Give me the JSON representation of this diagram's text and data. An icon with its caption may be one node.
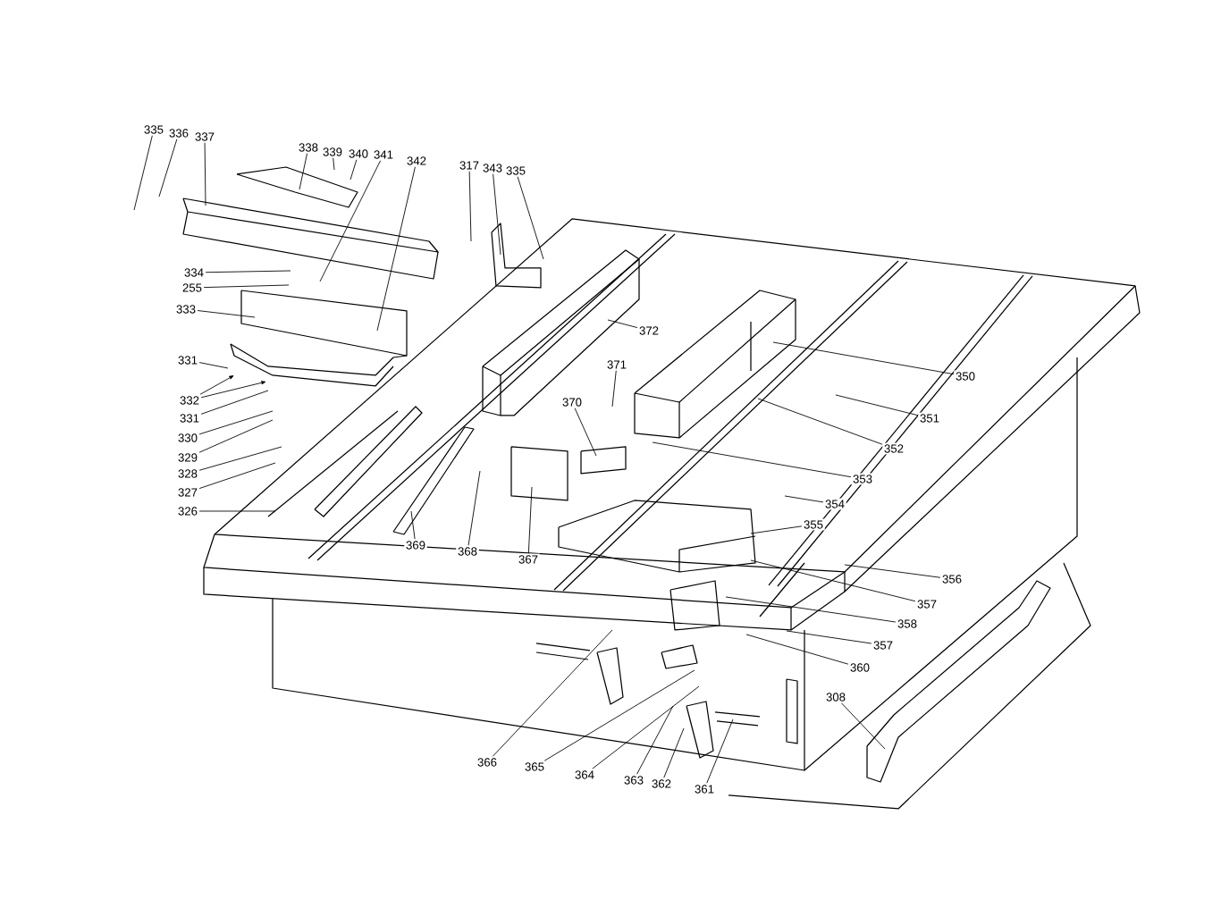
{
  "diagram": {
    "nodes": [
      {
        "text": [
          "335"
        ]
      },
      {
        "text": [
          "336"
        ]
      },
      {
        "text": [
          "337"
        ]
      },
      {
        "text": [
          "338"
        ]
      },
      {
        "text": [
          "339"
        ]
      },
      {
        "text": [
          "340"
        ]
      },
      {
        "text": [
          "341"
        ]
      },
      {
        "text": [
          "342"
        ]
      },
      {
        "text": [
          "317"
        ]
      },
      {
        "text": [
          "343"
        ]
      },
      {
        "text": [
          "335"
        ]
      },
      {
        "text": [
          "334"
        ]
      },
      {
        "text": [
          "255"
        ]
      },
      {
        "text": [
          "333"
        ]
      },
      {
        "text": [
          "331"
        ]
      },
      {
        "text": [
          "332"
        ]
      },
      {
        "text": [
          "331"
        ]
      },
      {
        "text": [
          "330"
        ]
      },
      {
        "text": [
          "329"
        ]
      },
      {
        "text": [
          "328"
        ]
      },
      {
        "text": [
          "327"
        ]
      },
      {
        "text": [
          "326"
        ]
      },
      {
        "text": [
          "372"
        ]
      },
      {
        "text": [
          "371"
        ]
      },
      {
        "text": [
          "370"
        ]
      },
      {
        "text": [
          "369"
        ]
      },
      {
        "text": [
          "368"
        ]
      },
      {
        "text": [
          "367"
        ]
      },
      {
        "text": [
          "350"
        ]
      },
      {
        "text": [
          "351"
        ]
      },
      {
        "text": [
          "352"
        ]
      },
      {
        "text": [
          "353"
        ]
      },
      {
        "text": [
          "354"
        ]
      },
      {
        "text": [
          "355"
        ]
      },
      {
        "text": [
          "356"
        ]
      },
      {
        "text": [
          "357"
        ]
      },
      {
        "text": [
          "358"
        ]
      },
      {
        "text": [
          "357"
        ]
      },
      {
        "text": [
          "360"
        ]
      },
      {
        "text": [
          "366"
        ]
      },
      {
        "text": [
          "365"
        ]
      },
      {
        "text": [
          "364"
        ]
      },
      {
        "text": [
          "363"
        ]
      },
      {
        "text": [
          "362"
        ]
      },
      {
        "text": [
          "361"
        ]
      },
      {
        "text": [
          "308"
        ]
      }
    ],
    "edges": [
      {
        "from": 0,
        "to": null,
        "arrow": "none"
      },
      {
        "from": 1,
        "to": null,
        "arrow": "none"
      },
      {
        "from": 2,
        "to": null,
        "arrow": "none"
      },
      {
        "from": 3,
        "to": null,
        "arrow": "none"
      },
      {
        "from": 4,
        "to": null,
        "arrow": "none"
      },
      {
        "from": 5,
        "to": null,
        "arrow": "none"
      },
      {
        "from": 6,
        "to": null,
        "arrow": "none"
      },
      {
        "from": 7,
        "to": null,
        "arrow": "none"
      },
      {
        "from": 8,
        "to": null,
        "arrow": "none"
      },
      {
        "from": 9,
        "to": null,
        "arrow": "none"
      },
      {
        "from": 10,
        "to": null,
        "arrow": "none"
      },
      {
        "from": 11,
        "to": null,
        "arrow": "none"
      },
      {
        "from": 12,
        "to": null,
        "arrow": "none"
      },
      {
        "from": 13,
        "to": null,
        "arrow": "none"
      },
      {
        "from": 14,
        "to": null,
        "arrow": "none"
      },
      {
        "from": 15,
        "to": null,
        "arrow": "to"
      },
      {
        "from": 15,
        "to": null,
        "arrow": "to"
      },
      {
        "from": 16,
        "to": null,
        "arrow": "none"
      },
      {
        "from": 17,
        "to": null,
        "arrow": "none"
      },
      {
        "from": 18,
        "to": null,
        "arrow": "none"
      },
      {
        "from": 19,
        "to": null,
        "arrow": "none"
      },
      {
        "from": 20,
        "to": null,
        "arrow": "none"
      },
      {
        "from": 21,
        "to": null,
        "arrow": "none"
      },
      {
        "from": 22,
        "to": null,
        "arrow": "none"
      },
      {
        "from": 23,
        "to": null,
        "arrow": "none"
      },
      {
        "from": 24,
        "to": null,
        "arrow": "none"
      },
      {
        "from": 25,
        "to": null,
        "arrow": "none"
      },
      {
        "from": 26,
        "to": null,
        "arrow": "none"
      },
      {
        "from": 27,
        "to": null,
        "arrow": "none"
      },
      {
        "from": 28,
        "to": null,
        "arrow": "none"
      },
      {
        "from": 29,
        "to": null,
        "arrow": "none"
      },
      {
        "from": 30,
        "to": null,
        "arrow": "none"
      },
      {
        "from": 31,
        "to": null,
        "arrow": "none"
      },
      {
        "from": 32,
        "to": null,
        "arrow": "none"
      },
      {
        "from": 33,
        "to": null,
        "arrow": "none"
      },
      {
        "from": 34,
        "to": null,
        "arrow": "none"
      },
      {
        "from": 35,
        "to": null,
        "arrow": "none"
      },
      {
        "from": 36,
        "to": null,
        "arrow": "none"
      },
      {
        "from": 37,
        "to": null,
        "arrow": "none"
      },
      {
        "from": 38,
        "to": null,
        "arrow": "none"
      },
      {
        "from": 39,
        "to": null,
        "arrow": "none"
      },
      {
        "from": 40,
        "to": null,
        "arrow": "none"
      },
      {
        "from": 41,
        "to": null,
        "arrow": "none"
      },
      {
        "from": 42,
        "to": null,
        "arrow": "none"
      },
      {
        "from": 43,
        "to": null,
        "arrow": "none"
      },
      {
        "from": 44,
        "to": null,
        "arrow": "none"
      },
      {
        "from": 45,
        "to": null,
        "arrow": "none"
      }
    ]
  }
}
